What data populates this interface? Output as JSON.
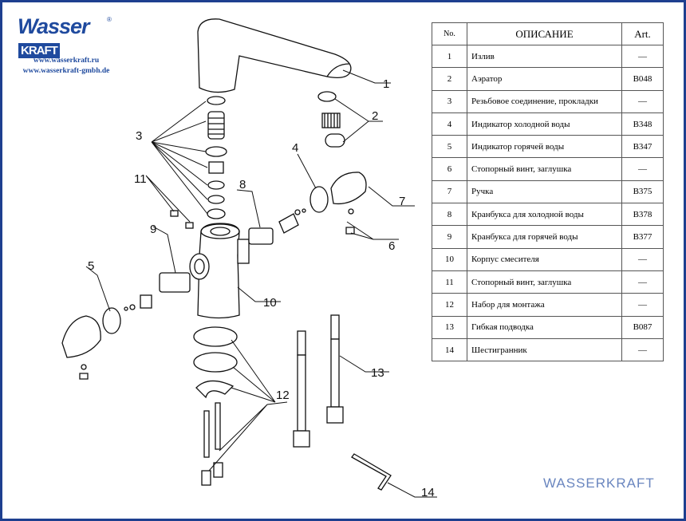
{
  "logo": {
    "text": "Wasser",
    "box": "KRAFT",
    "reg": "®"
  },
  "urls": [
    "www.wasserkraft.ru",
    "www.wasserkraft-gmbh.de"
  ],
  "brand_footer": "WASSERKRAFT",
  "table": {
    "headers": {
      "no": "No.",
      "desc": "ОПИСАНИЕ",
      "art": "Art."
    },
    "rows": [
      {
        "no": "1",
        "desc": "Излив",
        "art": "—"
      },
      {
        "no": "2",
        "desc": "Аэратор",
        "art": "B048"
      },
      {
        "no": "3",
        "desc": "Резьбовое соединение, прокладки",
        "art": "—"
      },
      {
        "no": "4",
        "desc": "Индикатор холодной воды",
        "art": "B348"
      },
      {
        "no": "5",
        "desc": "Индикатор горячей воды",
        "art": "B347"
      },
      {
        "no": "6",
        "desc": "Стопорный винт, заглушка",
        "art": "—"
      },
      {
        "no": "7",
        "desc": "Ручка",
        "art": "B375"
      },
      {
        "no": "8",
        "desc": "Кранбукса для холодной воды",
        "art": "B378"
      },
      {
        "no": "9",
        "desc": "Кранбукса для горячей воды",
        "art": "B377"
      },
      {
        "no": "10",
        "desc": "Корпус смесителя",
        "art": "—"
      },
      {
        "no": "11",
        "desc": "Стопорный винт, заглушка",
        "art": "—"
      },
      {
        "no": "12",
        "desc": "Набор для монтажа",
        "art": "—"
      },
      {
        "no": "13",
        "desc": "Гибкая подводка",
        "art": "B087"
      },
      {
        "no": "14",
        "desc": "Шестигранник",
        "art": "—"
      }
    ]
  },
  "callouts": {
    "c1": "1",
    "c2": "2",
    "c3": "3",
    "c4": "4",
    "c5": "5",
    "c6": "6",
    "c7": "7",
    "c8": "8",
    "c9": "9",
    "c10": "10",
    "c11": "11",
    "c12": "12",
    "c13": "13",
    "c14": "14"
  },
  "colors": {
    "frame": "#1e3f8f",
    "brand": "#1f4a9e"
  }
}
